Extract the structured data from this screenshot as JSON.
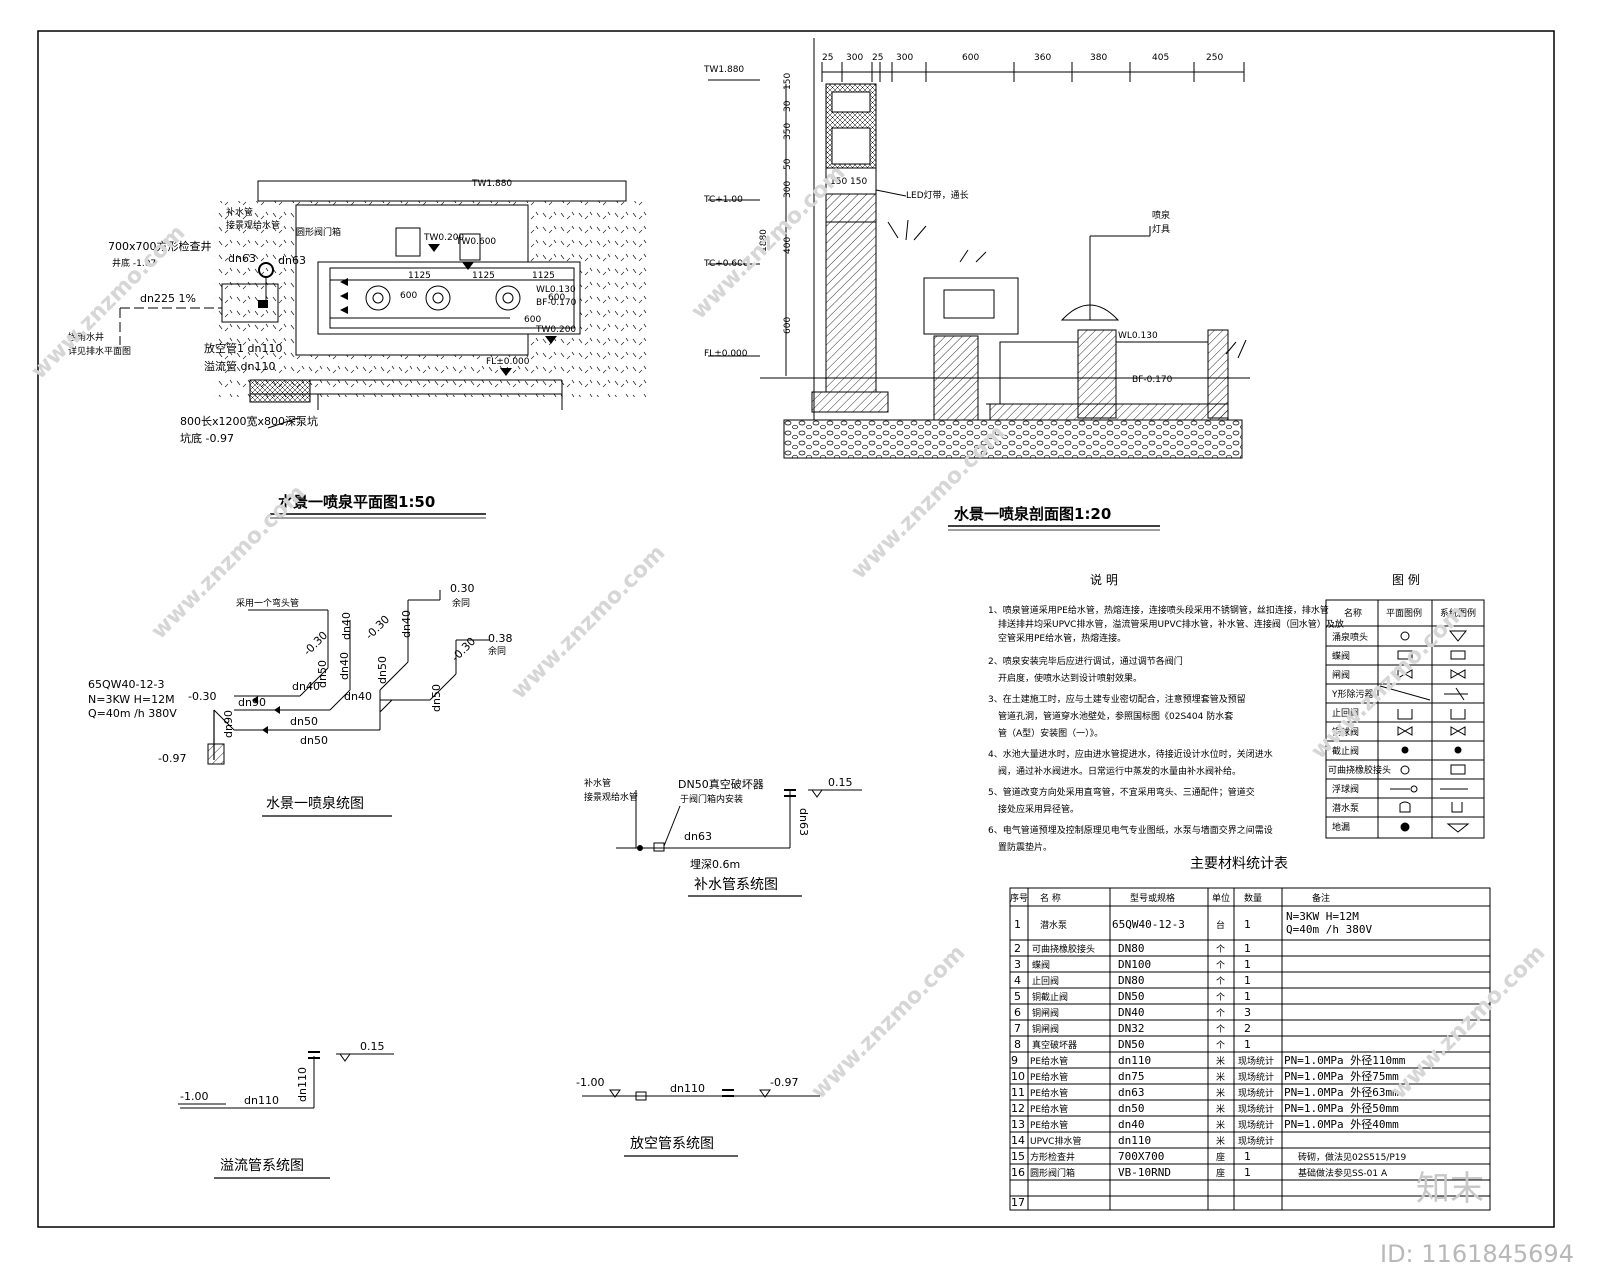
{
  "plan": {
    "title": "水景一喷泉平面图1:50",
    "tw_top": "TW1.880",
    "makeup_pipe_1": "补水管",
    "makeup_pipe_2": "接景观给水管",
    "gate_valve": "圆形阀门箱",
    "well_size": "700x700方形检查井",
    "well_bottom": "井底 -1.07",
    "dn63_a": "dn63",
    "dn63_b": "dn63",
    "tw_a": "TW0.200",
    "tw_b": "TW0.600",
    "dim_1125_a": "1125",
    "dim_1125_b": "1125",
    "dim_1125_c": "1125",
    "dim_600_a": "600",
    "dim_600_b": "600",
    "dim_600_c": "600",
    "wl": "WL0.130",
    "bf": "BF-0.170",
    "tw_c": "TW0.200",
    "dn225": "dn225 1%",
    "connect_1": "接雨水井",
    "connect_2": "详见排水平面图",
    "drain_pipe": "放空管1 dn110",
    "overflow_pipe": "溢流管 dn110",
    "fl": "FL±0.000",
    "pit": "800长x1200宽x800深泵坑",
    "pit_bottom": "坑底 -0.97"
  },
  "section": {
    "title": "水景一喷泉剖面图1:20",
    "dims": [
      "25",
      "300",
      "25",
      "300",
      "600",
      "360",
      "380",
      "405",
      "250"
    ],
    "vdims": [
      "30",
      "150",
      "350",
      "50",
      "300",
      "400",
      "600"
    ],
    "total_h": "1880",
    "sub_dim": "150 150",
    "tw": "TW1.880",
    "tc1": "TC+1.00",
    "tc2": "TC+0.600",
    "fl": "FL±0.000",
    "led": "LED灯带，通长",
    "nozzle": "喷泉",
    "lamp": "灯具",
    "wl": "WL0.130",
    "bf": "BF-0.170"
  },
  "system": {
    "title": "水景一喷泉统图",
    "note_elbow": "采用一个弯头管",
    "pump_model": "65QW40-12-3",
    "pump_n": "N=3KW H=12M",
    "pump_q": "Q=40m /h  380V",
    "level_030_a": "-0.30",
    "level_030_b": "-0.30",
    "level_030_c": "-0.30",
    "level_030_d": "-0.30",
    "level_030_e": "0.30",
    "level_038": "0.38",
    "level_097": "-0.97",
    "valve_label_1": "余同",
    "valve_label_2": "余同",
    "dn90_a": "dn90",
    "dn90_b": "dn90",
    "dn50_a": "dn50",
    "dn50_b": "dn50",
    "dn50_c": "dn50",
    "dn50_d": "dn50",
    "dn40_a": "dn40",
    "dn40_b": "dn40",
    "dn40_c": "dn40",
    "dn40_d": "dn40",
    "dn40_e": "dn40",
    "dn50_e": "dn50"
  },
  "makeup": {
    "title": "补水管系统图",
    "label_1": "补水管",
    "label_2": "接景观给水管",
    "vacuum": "DN50真空破坏器",
    "vacuum_note": "于阀门箱内安装",
    "dn63_a": "dn63",
    "dn63_b": "dn63",
    "level": "0.15",
    "depth": "埋深0.6m"
  },
  "overflow": {
    "title": "溢流管系统图",
    "level_top": "0.15",
    "level_bot": "-1.00",
    "dn_h": "dn110",
    "dn_v": "dn110"
  },
  "drain": {
    "title": "放空管系统图",
    "level_left": "-1.00",
    "level_right": "-0.97",
    "dn": "dn110"
  },
  "notes": {
    "title": "说    明",
    "items": [
      "1、喷泉管道采用PE给水管，热熔连接，连接喷头段采用不锈钢管，丝扣连接，排水管",
      "排送排井均采UPVC排水管，溢流管采用UPVC排水管，补水管、连接阀（回水管）及放",
      "空管采用PE给水管，热熔连接。",
      "2、喷泉安装完毕后应进行调试，通过调节各阀门",
      "开启度，使喷水达到设计喷射效果。",
      "3、在土建施工时，应与土建专业密切配合，注意预埋套管及预留",
      "管道孔洞，管道穿水池壁处，参照国标图《02S404 防水套",
      "管（A型）安装图（一）》。",
      "4、水池大量进水时，应由进水管提进水，待接近设计水位时，关闭进水",
      "阀，通过补水阀进水。日常运行中蒸发的水量由补水阀补给。",
      "5、管道改变方向处采用直弯管，不宜采用弯头、三通配件；管道交",
      "接处应采用异径管。",
      "6、电气管道预埋及控制原理见电气专业图纸，水泵与墙面交界之间需设",
      "置防震垫片。"
    ]
  },
  "legend": {
    "title": "图    例",
    "headers": [
      "名称",
      "平面图例",
      "系统图例"
    ],
    "rows": [
      "涌泉喷头",
      "蝶阀",
      "闸阀",
      "Y形除污器",
      "止回阀",
      "铜球阀",
      "截止阀",
      "可曲挠橡胶接头",
      "浮球阀",
      "潜水泵",
      "地漏"
    ]
  },
  "materials": {
    "title": "主要材料统计表",
    "headers": [
      "序号",
      "名  称",
      "型号或规格",
      "单位",
      "数量",
      "备注"
    ],
    "rows": [
      [
        "1",
        "潜水泵",
        "65QW40-12-3",
        "台",
        "1",
        "N=3KW H=12M",
        "Q=40m /h  380V"
      ],
      [
        "2",
        "可曲挠橡胶接头",
        "DN80",
        "个",
        "1",
        ""
      ],
      [
        "3",
        "蝶阀",
        "DN100",
        "个",
        "1",
        ""
      ],
      [
        "4",
        "止回阀",
        "DN80",
        "个",
        "1",
        ""
      ],
      [
        "5",
        "铜截止阀",
        "DN50",
        "个",
        "1",
        ""
      ],
      [
        "6",
        "铜闸阀",
        "DN40",
        "个",
        "3",
        ""
      ],
      [
        "7",
        "铜闸阀",
        "DN32",
        "个",
        "2",
        ""
      ],
      [
        "8",
        "真空破坏器",
        "DN50",
        "个",
        "1",
        ""
      ],
      [
        "9",
        "PE给水管",
        "dn110",
        "米",
        "现场统计",
        "PN=1.0MPa 外径110mm"
      ],
      [
        "10",
        "PE给水管",
        "dn75",
        "米",
        "现场统计",
        "PN=1.0MPa 外径75mm"
      ],
      [
        "11",
        "PE给水管",
        "dn63",
        "米",
        "现场统计",
        "PN=1.0MPa 外径63mm"
      ],
      [
        "12",
        "PE给水管",
        "dn50",
        "米",
        "现场统计",
        "PN=1.0MPa 外径50mm"
      ],
      [
        "13",
        "PE给水管",
        "dn40",
        "米",
        "现场统计",
        "PN=1.0MPa 外径40mm"
      ],
      [
        "14",
        "UPVC排水管",
        "dn110",
        "米",
        "现场统计",
        ""
      ],
      [
        "15",
        "方形检查井",
        "700X700",
        "座",
        "1",
        "砖砌，做法见02S515/P19"
      ],
      [
        "16",
        "圆形阀门箱",
        "VB-10RND",
        "座",
        "1",
        "基础做法参见SS-01 A"
      ],
      [
        "17",
        "",
        "",
        "",
        "",
        ""
      ]
    ]
  },
  "watermark": {
    "logo": "知末",
    "site": "www.znzmo.com",
    "id": "ID: 1161845694"
  }
}
